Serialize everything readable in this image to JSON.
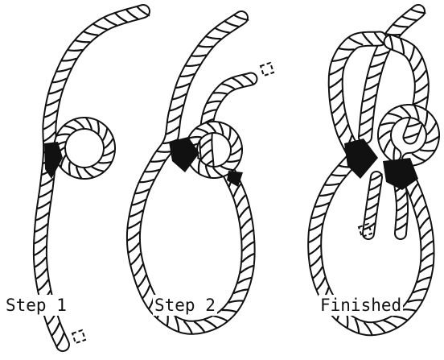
{
  "diagram": {
    "ink_color": "#111111",
    "steps": [
      {
        "id": "step-1",
        "label": "Step 1"
      },
      {
        "id": "step-2",
        "label": "Step 2"
      },
      {
        "id": "finished",
        "label": "Finished"
      }
    ]
  }
}
